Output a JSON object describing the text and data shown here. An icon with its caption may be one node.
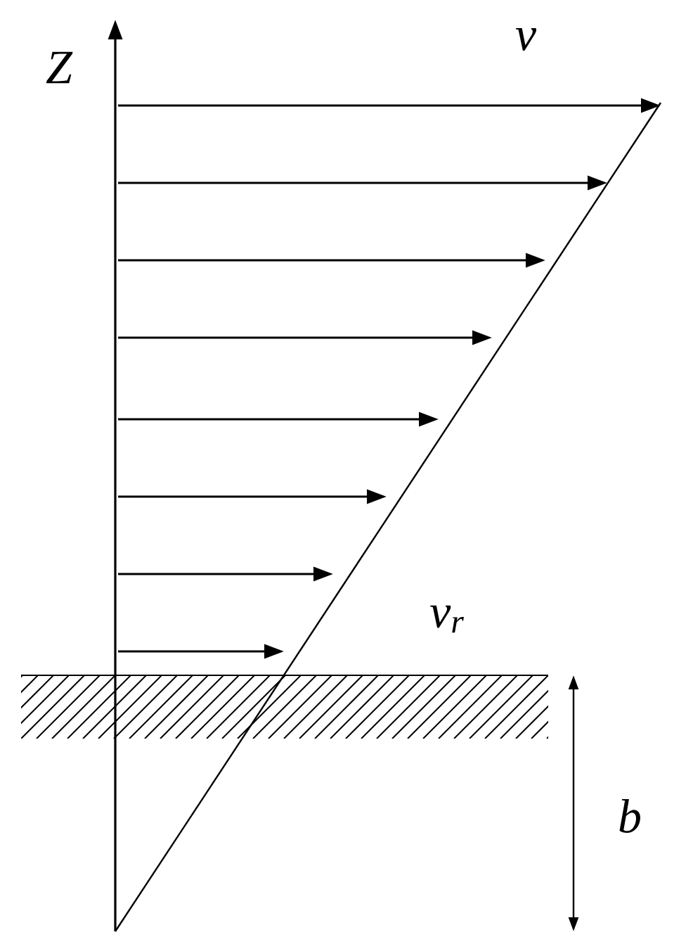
{
  "diagram": {
    "labels": [
      "Z",
      "v",
      "v$_{r}$",
      "b"
    ]
  }
}
